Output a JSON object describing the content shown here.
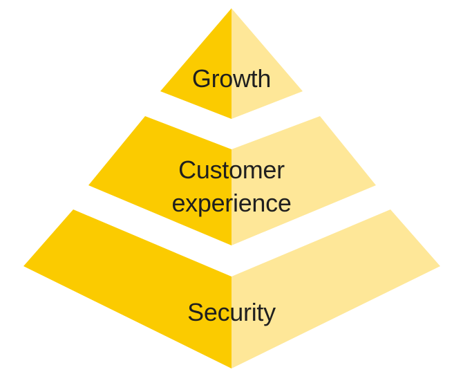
{
  "colors": {
    "left_face": "#FBCB00",
    "right_face": "#FEE798",
    "text": "#1f1f1f"
  },
  "tiers": [
    {
      "id": "growth",
      "label": "Growth"
    },
    {
      "id": "customer-experience",
      "label_lines": [
        "Customer",
        "experience"
      ]
    },
    {
      "id": "security",
      "label": "Security"
    }
  ]
}
